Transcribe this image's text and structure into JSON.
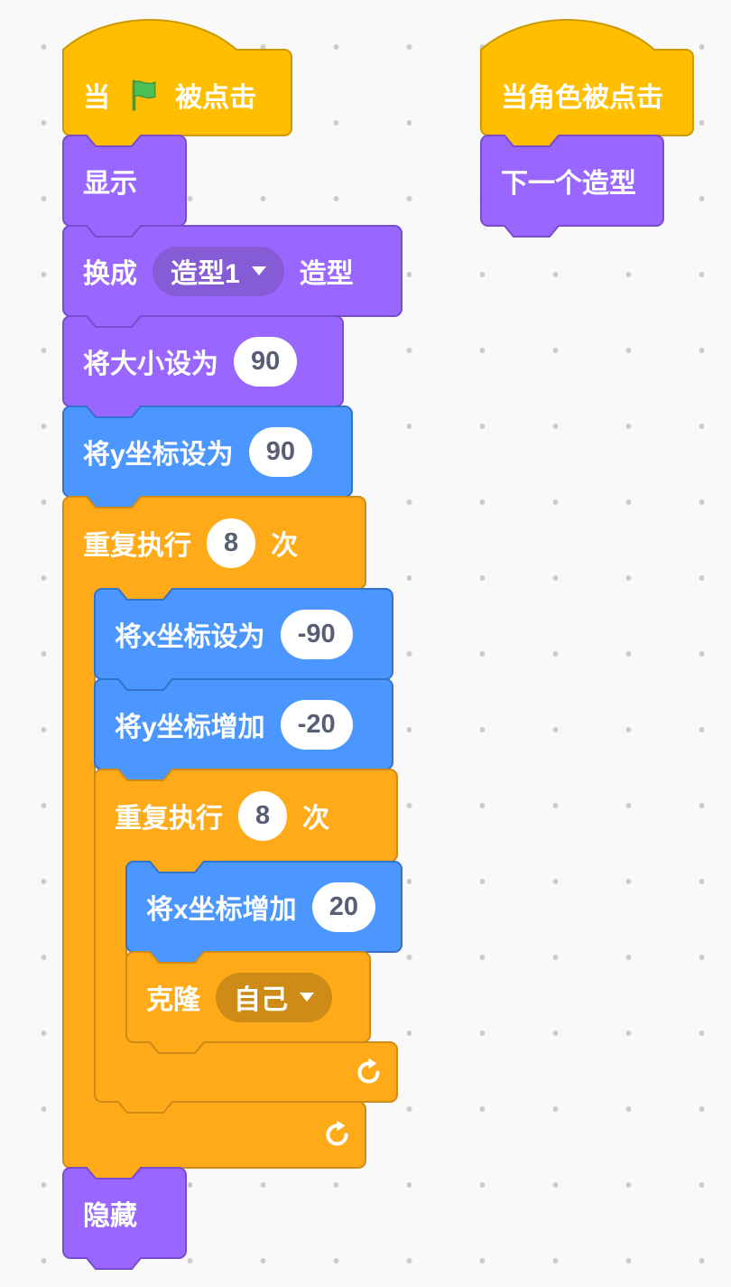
{
  "workspace": {
    "background_color": "#f9f9f9",
    "dot_color": "#cccccc"
  },
  "palette": {
    "events": {
      "fill": "#FFBF00",
      "stroke": "#CC9900"
    },
    "looks": {
      "fill": "#9966FF",
      "stroke": "#774DCB"
    },
    "motion": {
      "fill": "#4C97FF",
      "stroke": "#3373CC"
    },
    "control": {
      "fill": "#FFAB19",
      "stroke": "#CF8B17"
    },
    "looks_dropdown": "#855CD6",
    "control_dropdown": "#CF8B17",
    "flag_green": "#4CBF56",
    "flag_outline": "#45993D",
    "input_text_color": "#575E75"
  },
  "scripts": {
    "main": {
      "when_flag_clicked": {
        "label_before": "当",
        "label_after": "被点击"
      },
      "show": {
        "label": "显示"
      },
      "switch_costume": {
        "label_before": "换成",
        "dropdown_value": "造型1",
        "label_after": "造型"
      },
      "set_size": {
        "label": "将大小设为",
        "value": "90"
      },
      "set_y": {
        "label": "将y坐标设为",
        "value": "90"
      },
      "repeat_outer": {
        "label": "重复执行",
        "times": "8",
        "label_after": "次"
      },
      "set_x": {
        "label": "将x坐标设为",
        "value": "-90"
      },
      "change_y": {
        "label": "将y坐标增加",
        "value": "-20"
      },
      "repeat_inner": {
        "label": "重复执行",
        "times": "8",
        "label_after": "次"
      },
      "change_x": {
        "label": "将x坐标增加",
        "value": "20"
      },
      "clone": {
        "label": "克隆",
        "dropdown_value": "自己"
      },
      "hide": {
        "label": "隐藏"
      }
    },
    "secondary": {
      "when_sprite_clicked": {
        "label": "当角色被点击"
      },
      "next_costume": {
        "label": "下一个造型"
      }
    }
  }
}
